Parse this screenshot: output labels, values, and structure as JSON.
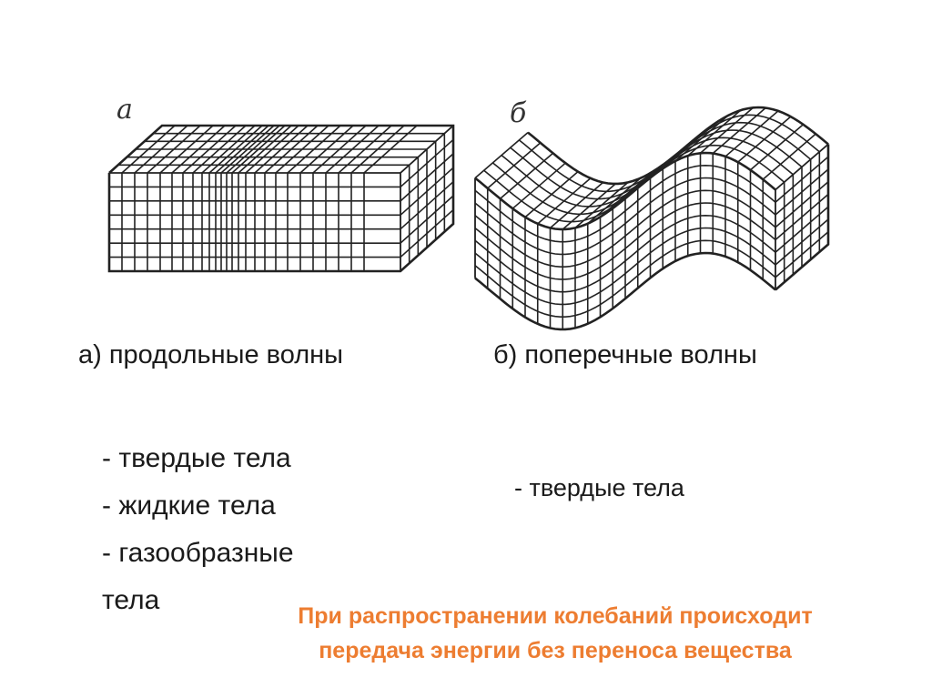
{
  "figure_a": {
    "letter": "а"
  },
  "figure_b": {
    "letter": "б"
  },
  "captions": {
    "a": "а) продольные волны",
    "b": "б) поперечные волны"
  },
  "list_a": [
    "- твердые тела",
    "-  жидкие тела",
    "- газообразные",
    "тела"
  ],
  "list_b": [
    "- твердые тела"
  ],
  "note": {
    "line1": "При распространении колебаний происходит",
    "line2": "передача энергии без переноса вещества",
    "color": "#ed7d31"
  },
  "colors": {
    "lines": "#222222",
    "text": "#1a1a1a",
    "accent": "#ed7d31"
  }
}
